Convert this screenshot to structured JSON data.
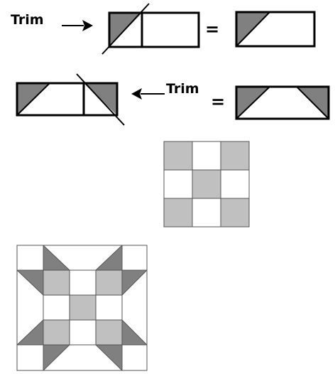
{
  "labels": {
    "trim_top": "Trim",
    "trim_middle": "Trim",
    "equals_top": "=",
    "equals_middle": "="
  },
  "colors": {
    "dark_gray": "#808080",
    "light_gray": "#c0c0c0",
    "white": "#ffffff",
    "stroke": "#000000",
    "thin_stroke": "#444444"
  },
  "nine_patch": {
    "rows": [
      [
        "light",
        "white",
        "light"
      ],
      [
        "white",
        "light",
        "white"
      ],
      [
        "light",
        "white",
        "light"
      ]
    ]
  }
}
